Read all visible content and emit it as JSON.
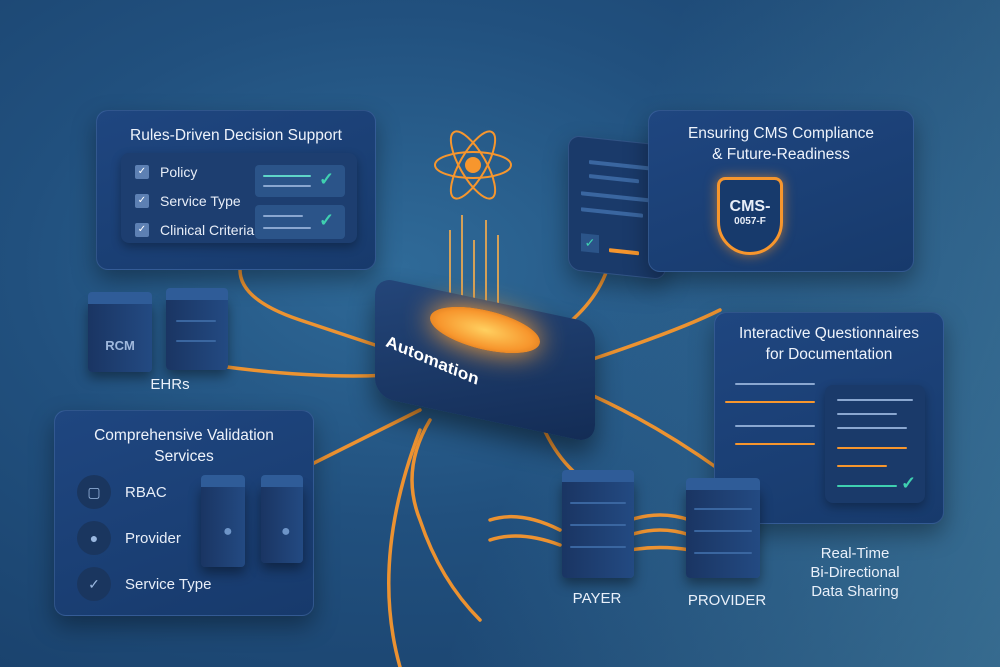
{
  "hub": {
    "label": "Automation"
  },
  "rules_panel": {
    "title": "Rules-Driven Decision Support",
    "items": [
      "Policy",
      "Service Type",
      "Clinical Criteria"
    ]
  },
  "cms_panel": {
    "title_line1": "Ensuring CMS Compliance",
    "title_line2": "& Future-Readiness",
    "badge_line1": "CMS-",
    "badge_line2": "0057-F"
  },
  "questionnaire_panel": {
    "title_line1": "Interactive Questionnaires",
    "title_line2": "for Documentation"
  },
  "validation_panel": {
    "title_line1": "Comprehensive Validation",
    "title_line2": "Services",
    "items": [
      {
        "label": "RBAC",
        "icon": "lock-icon"
      },
      {
        "label": "Provider",
        "icon": "user-icon"
      },
      {
        "label": "Service Type",
        "icon": "shield-check-icon"
      }
    ]
  },
  "ehr": {
    "server_label": "RCM",
    "label": "EHRs"
  },
  "payer": {
    "label": "PAYER"
  },
  "provider": {
    "label": "PROVIDER"
  },
  "sharing": {
    "line1": "Real-Time",
    "line2": "Bi-Directional",
    "line3": "Data Sharing"
  },
  "colors": {
    "accent": "#f7962d",
    "panel": "#1d4279",
    "check": "#3fd0b0",
    "background": "#21507e"
  }
}
